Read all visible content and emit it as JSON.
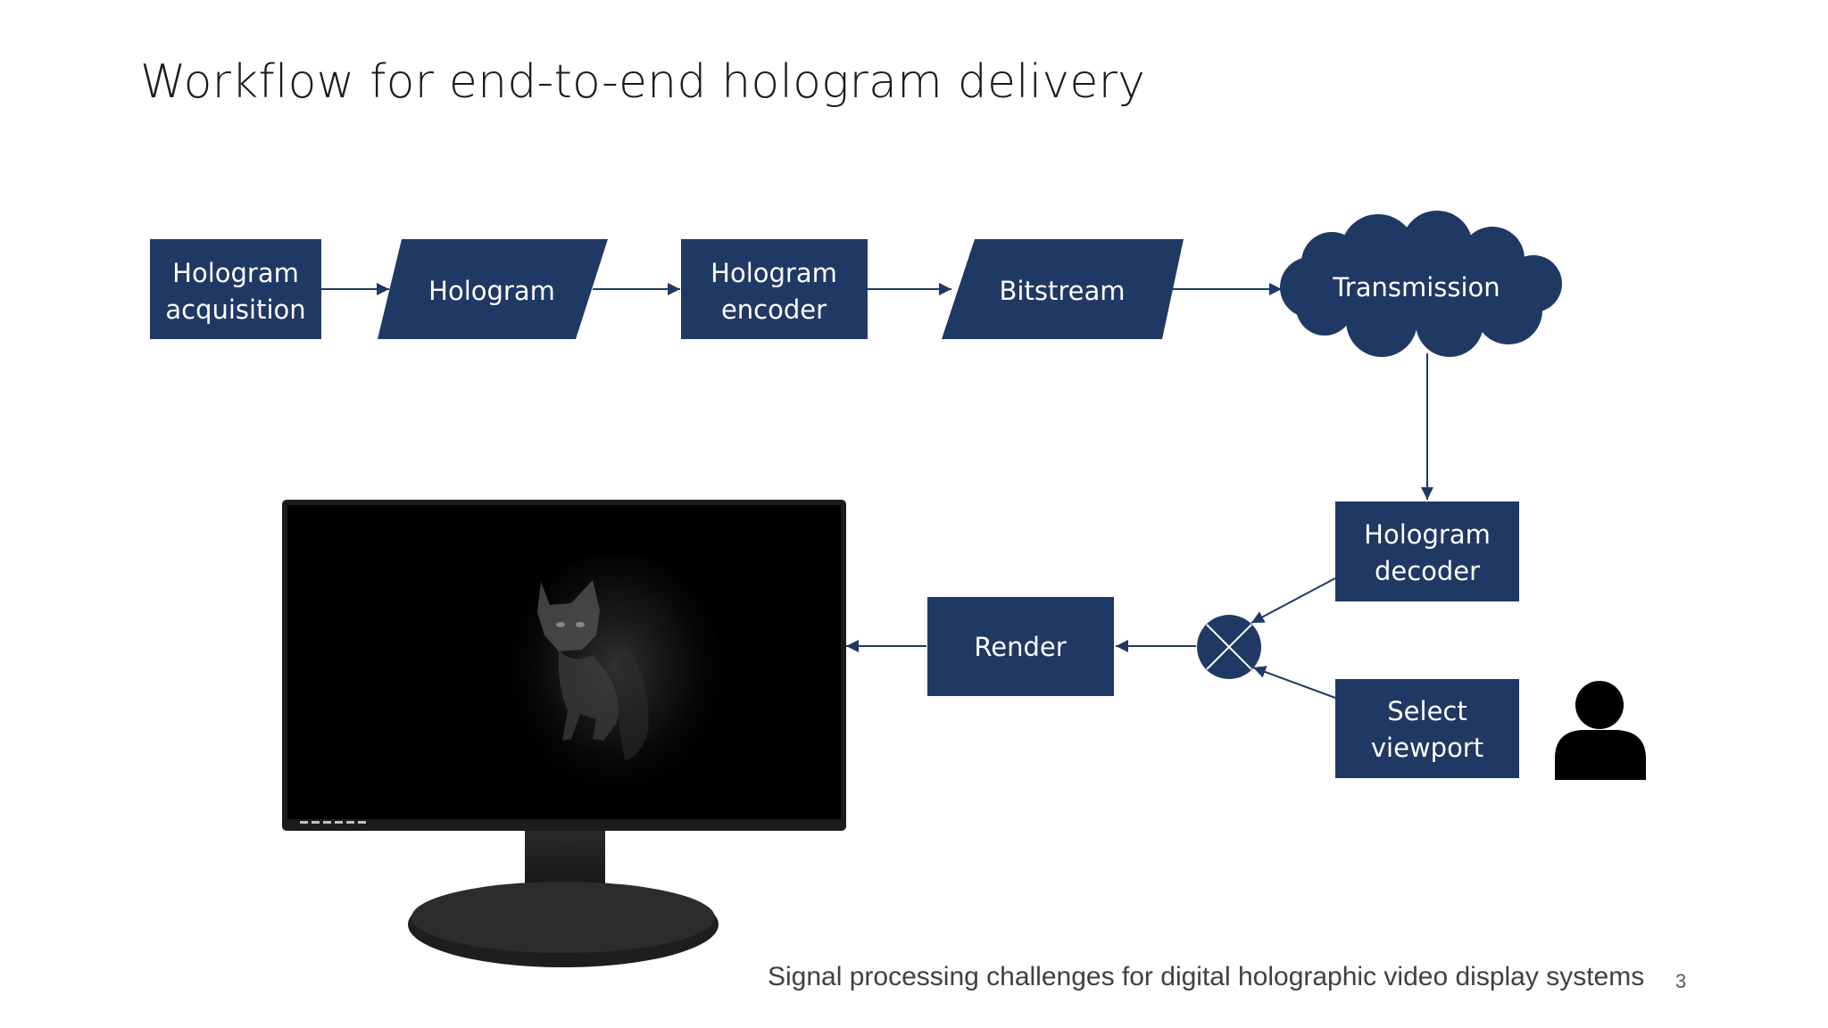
{
  "slide": {
    "title": "Workflow for end-to-end hologram delivery",
    "footer": "Signal processing challenges for digital holographic video display systems",
    "page_number": "3"
  },
  "diagram": {
    "colors": {
      "node_fill": "#203864",
      "arrow": "#203864",
      "node_text": "#ffffff",
      "monitor_body": "#1c1c1c",
      "screen": "#000000",
      "person": "#000000"
    },
    "nodes": [
      {
        "id": "hologram-acquisition",
        "shape": "rectangle",
        "lines": [
          "Hologram",
          "acquisition"
        ]
      },
      {
        "id": "hologram-data",
        "shape": "parallelogram",
        "lines": [
          "Hologram"
        ]
      },
      {
        "id": "hologram-encoder",
        "shape": "rectangle",
        "lines": [
          "Hologram",
          "encoder"
        ]
      },
      {
        "id": "bitstream",
        "shape": "parallelogram",
        "lines": [
          "Bitstream"
        ]
      },
      {
        "id": "transmission",
        "shape": "cloud",
        "lines": [
          "Transmission"
        ]
      },
      {
        "id": "hologram-decoder",
        "shape": "rectangle",
        "lines": [
          "Hologram",
          "decoder"
        ]
      },
      {
        "id": "select-viewport",
        "shape": "rectangle",
        "lines": [
          "Select",
          "viewport"
        ]
      },
      {
        "id": "multiply-junction",
        "shape": "circle-cross",
        "lines": []
      },
      {
        "id": "render",
        "shape": "rectangle",
        "lines": [
          "Render"
        ]
      }
    ],
    "edges": [
      {
        "from": "hologram-acquisition",
        "to": "hologram-data"
      },
      {
        "from": "hologram-data",
        "to": "hologram-encoder"
      },
      {
        "from": "hologram-encoder",
        "to": "bitstream"
      },
      {
        "from": "bitstream",
        "to": "transmission"
      },
      {
        "from": "transmission",
        "to": "hologram-decoder"
      },
      {
        "from": "hologram-decoder",
        "to": "multiply-junction"
      },
      {
        "from": "select-viewport",
        "to": "multiply-junction"
      },
      {
        "from": "multiply-junction",
        "to": "render"
      },
      {
        "from": "render",
        "to": "display-monitor"
      }
    ],
    "icons": [
      "display-monitor-icon",
      "cat-hologram-image",
      "person-icon"
    ]
  }
}
